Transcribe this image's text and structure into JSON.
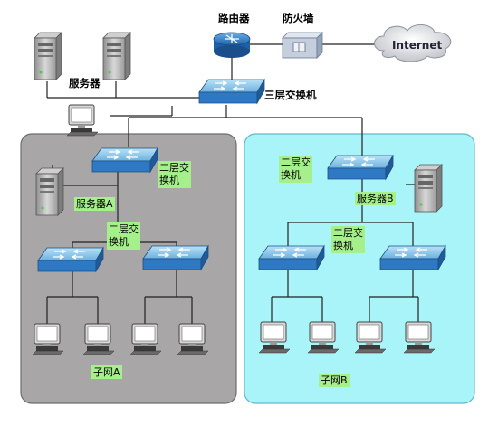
{
  "labels": {
    "router": "路由器",
    "firewall": "防火墙",
    "internet": "Internet",
    "servers": "服务器",
    "core_switch": "三层交换机",
    "subnet_a": {
      "l2_switch_top": [
        "二层交",
        "换机"
      ],
      "server": "服务器A",
      "l2_switch_mid": [
        "二层交",
        "换机"
      ],
      "name": "子网A"
    },
    "subnet_b": {
      "l2_switch_top": [
        "二层交",
        "换机"
      ],
      "server": "服务器B",
      "l2_switch_mid": [
        "二层交",
        "换机"
      ],
      "name": "子网B"
    }
  },
  "colors": {
    "subnet_a_bg": "#a9a6a8",
    "subnet_b_bg": "#a9f4f8",
    "label_bg": "#a6f08c",
    "switch_top": "#8ec8ea",
    "switch_side": "#2f79c2",
    "router": "#3a86d0",
    "link": "#222222"
  },
  "icons": {
    "router": "router-icon",
    "firewall": "firewall-icon",
    "internet": "cloud-icon",
    "switch": "switch-icon",
    "server": "server-tower-icon",
    "pc": "computer-icon"
  }
}
